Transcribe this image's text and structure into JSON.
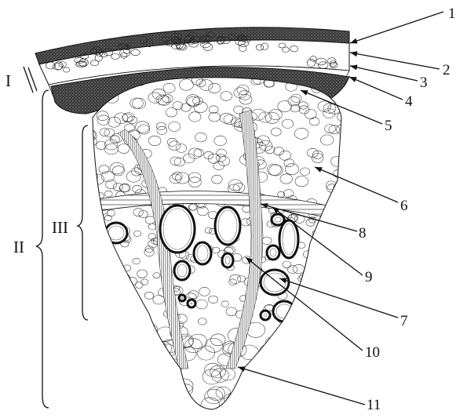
{
  "figure": {
    "colors": {
      "ink": "#111111",
      "dark_tissue": "#2a2a2a",
      "paper": "#ffffff"
    },
    "numbered_labels": [
      "1",
      "2",
      "3",
      "4",
      "5",
      "6",
      "7",
      "8",
      "9",
      "10",
      "11"
    ],
    "roman_labels": [
      "I",
      "II",
      "III"
    ]
  }
}
